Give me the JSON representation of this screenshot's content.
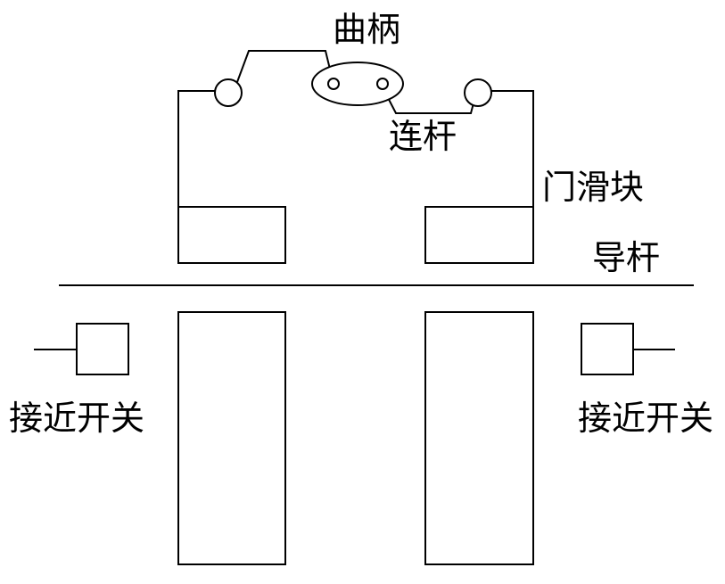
{
  "labels": {
    "crank": "曲柄",
    "connecting_rod": "连杆",
    "door_slider": "门滑块",
    "guide_rod": "导杆",
    "proximity_switch_left": "接近开关",
    "proximity_switch_right": "接近开关"
  }
}
